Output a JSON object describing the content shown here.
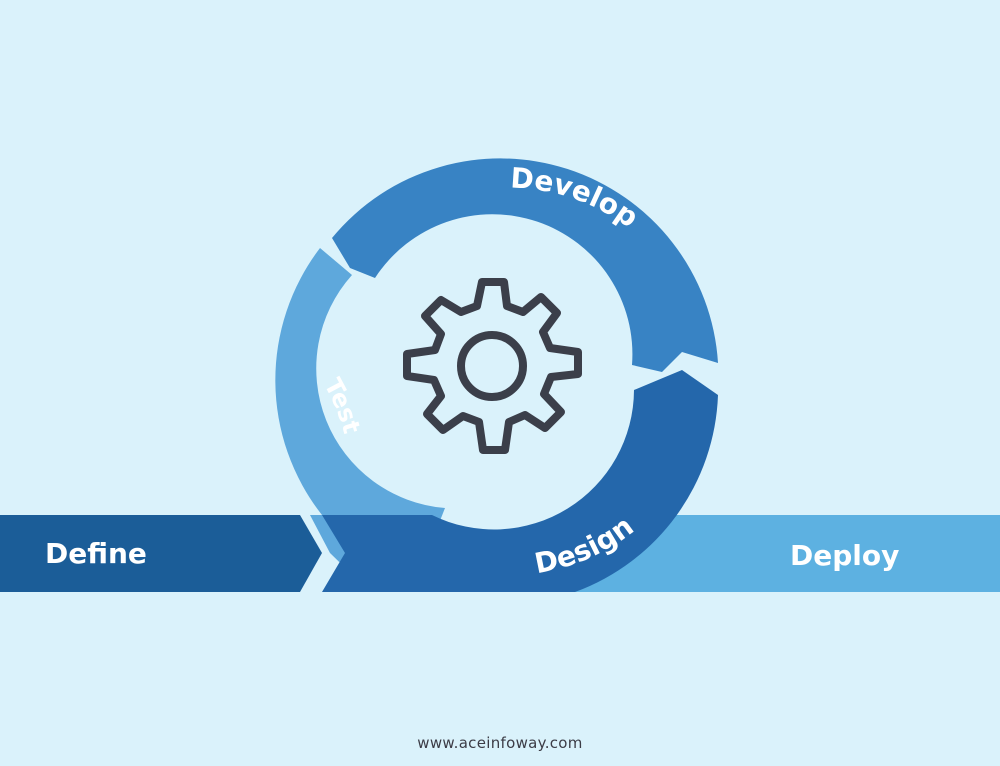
{
  "diagram": {
    "stages": {
      "define": "Define",
      "develop": "Develop",
      "test": "Test",
      "design": "Design",
      "deploy": "Deploy"
    },
    "center_icon": "gear-icon"
  },
  "footer": {
    "url": "www.aceinfoway.com"
  },
  "colors": {
    "background": "#daf2fb",
    "define": "#1b5d98",
    "develop": "#3883c4",
    "test": "#5ea8dc",
    "design": "#2467ab",
    "deploy": "#5db1e1",
    "gear": "#3b3f4a"
  }
}
